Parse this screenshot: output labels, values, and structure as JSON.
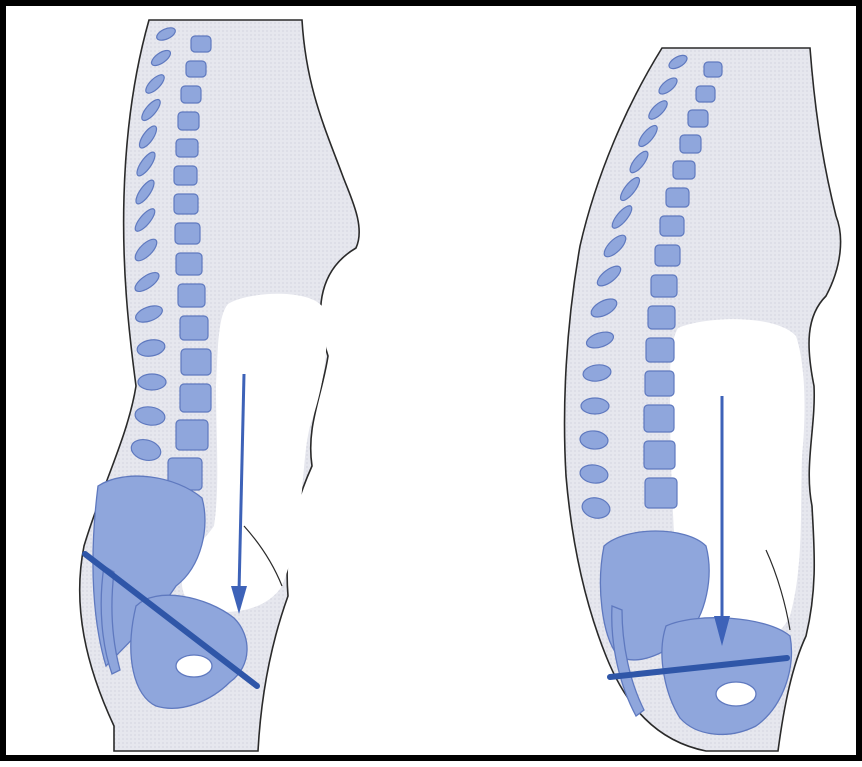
{
  "figure": {
    "panels": [
      {
        "id": "left",
        "pelvis_tilt": "anterior"
      },
      {
        "id": "right",
        "pelvis_tilt": "neutral"
      }
    ]
  },
  "colors": {
    "frame": "#000000",
    "body_fill": "#e3e4ec",
    "outline": "#2a2a2a",
    "bone_fill": "#8fa6dc",
    "bone_stroke": "#5f79bf",
    "abdomen_fill": "#ffffff",
    "arrow": "#3d62b8",
    "pelvic_line": "#2f56a8"
  }
}
